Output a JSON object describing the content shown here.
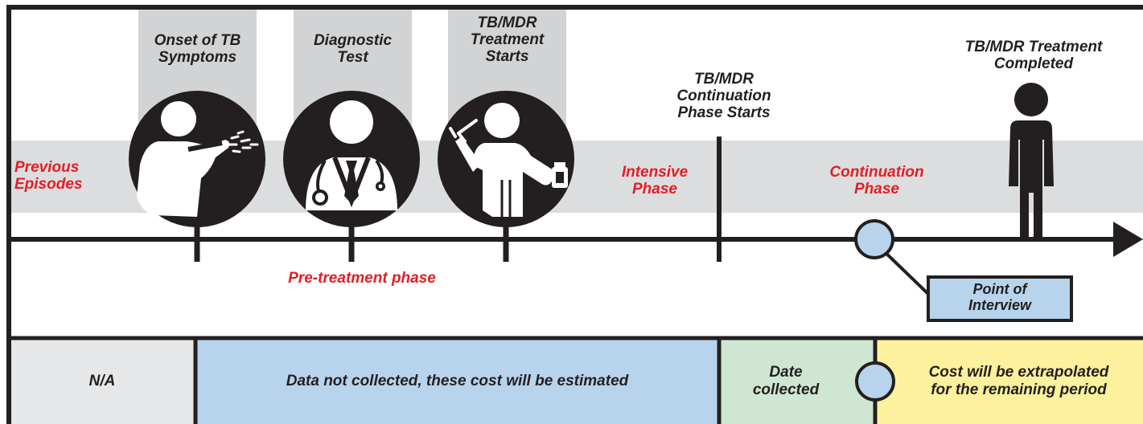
{
  "milestones": {
    "onset": "Onset of TB\nSymptoms",
    "diagnostic": "Diagnostic\nTest",
    "treatment_start": "TB/MDR\nTreatment\nStarts",
    "continuation_start": "TB/MDR\nContinuation\nPhase Starts",
    "treatment_completed": "TB/MDR Treatment\nCompleted"
  },
  "phases": {
    "previous": "Previous\nEpisodes",
    "intensive": "Intensive\nPhase",
    "continuation": "Continuation\nPhase",
    "pre_treatment": "Pre-treatment phase"
  },
  "callout": {
    "interview": "Point of\nInterview"
  },
  "bottom_row": {
    "na": "N/A",
    "not_collected": "Data not collected, these cost will be estimated",
    "collected": "Date\ncollected",
    "extrapolated": "Cost will be extrapolated\nfor the remaining period"
  },
  "colors": {
    "phase_band": "#dcdddf",
    "label_tab": "#d1d3d4",
    "accent_red": "#e31e24",
    "ink": "#231f20",
    "na_fill": "#e6e7e8",
    "blue_fill": "#b8d4ec",
    "green_fill": "#cfe6d2",
    "yellow_fill": "#fdf19d"
  }
}
